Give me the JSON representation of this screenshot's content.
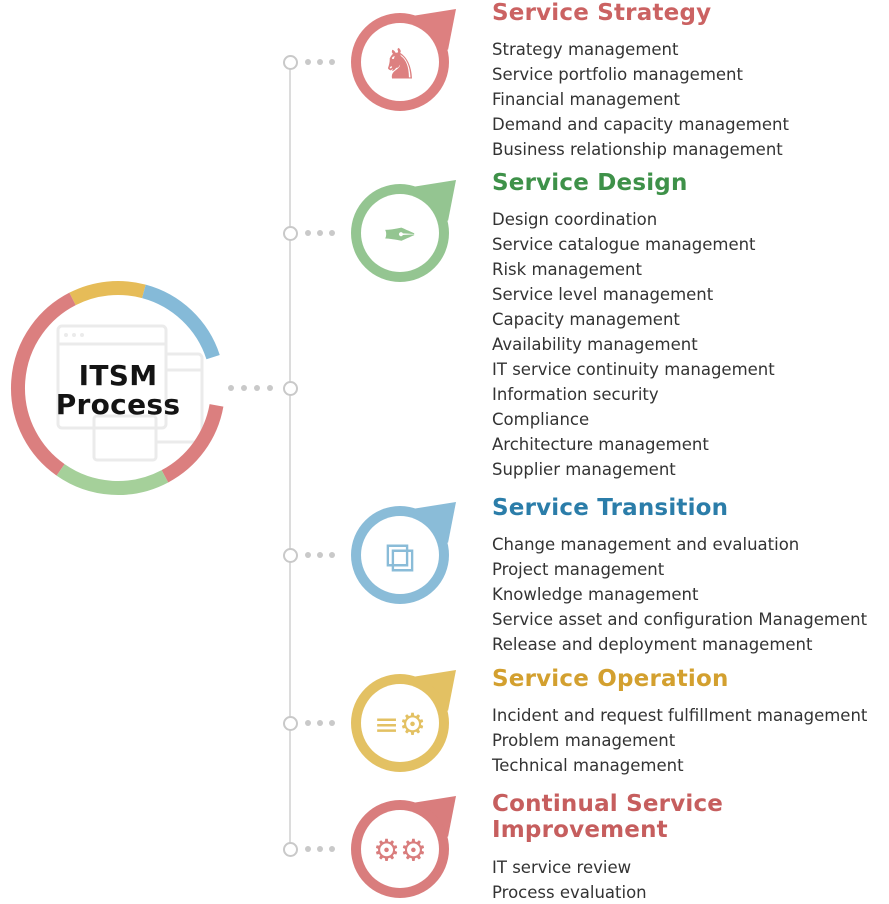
{
  "title": {
    "line1": "ITSM",
    "line2": "Process"
  },
  "hub_ring_colors": {
    "yellow": "#E6BC58",
    "blue": "#85BAD8",
    "red": "#DB7F7F",
    "green": "#A5D09A"
  },
  "sections": [
    {
      "title": "Service Strategy",
      "color": "#CB6262",
      "icon_color": "#DD8080",
      "icon": "chess-knight-strategy-icon",
      "icon_glyph": "♞",
      "items": [
        "Strategy management",
        "Service portfolio management",
        "Financial management",
        "Demand and capacity management",
        "Business relationship management"
      ]
    },
    {
      "title": "Service Design",
      "color": "#3E9149",
      "icon_color": "#94C591",
      "icon": "pen-tool-icon",
      "icon_glyph": "✒",
      "items": [
        "Design coordination",
        "Service catalogue management",
        "Risk management",
        "Service level management",
        "Capacity management",
        "Availability management",
        "IT service continuity management",
        "Information security",
        "Compliance",
        "Architecture management",
        "Supplier management"
      ]
    },
    {
      "title": "Service Transition",
      "color": "#2B7DA9",
      "icon_color": "#8ABCD8",
      "icon": "shapes-layers-icon",
      "icon_glyph": "⧉",
      "items": [
        "Change management and evaluation",
        "Project management",
        "Knowledge management",
        "Service asset and configuration Management",
        "Release and deployment management"
      ]
    },
    {
      "title": "Service Operation",
      "color": "#D3A02F",
      "icon_color": "#E3C163",
      "icon": "gear-speed-icon",
      "icon_glyph": "≡⚙",
      "items": [
        "Incident and request fulfillment management",
        "Problem management",
        "Technical management"
      ]
    },
    {
      "title": "Continual Service Improvement",
      "color": "#C65E5E",
      "icon_color": "#D97D7D",
      "icon": "gears-icon",
      "icon_glyph": "⚙⚙",
      "items": [
        "IT service review",
        "Process evaluation"
      ]
    }
  ]
}
